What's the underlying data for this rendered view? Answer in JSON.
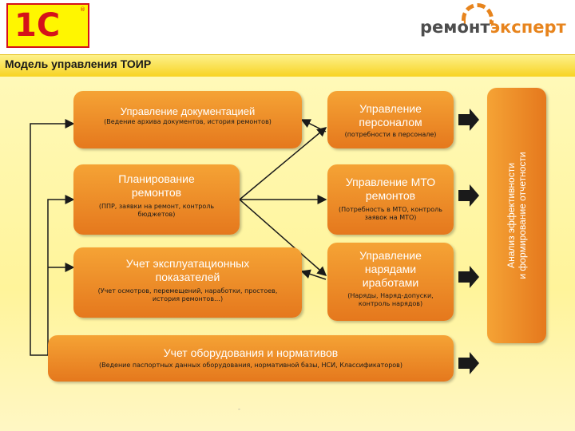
{
  "header": {
    "logo_left": {
      "text": "1С",
      "reg": "®",
      "colors": {
        "red": "#d5121a",
        "yellow": "#fff600"
      }
    },
    "logo_right": {
      "part1": "ремонт",
      "part2": "эксперт",
      "colors": {
        "dark": "#4d4d4d",
        "orange": "#e7841d"
      }
    }
  },
  "title": "Модель управления ТОИР",
  "boxes": {
    "docs": {
      "title": "Управление документацией",
      "subtitle": "(Ведение архива документов, история ремонтов)"
    },
    "staff": {
      "title": "Управление персоналом",
      "subtitle": "(потребности в персонале)"
    },
    "planning": {
      "title": "Планирование ремонтов",
      "subtitle": "(ППР, заявки на ремонт, контроль бюджетов)"
    },
    "mto": {
      "title": "Управление МТО ремонтов",
      "subtitle": "(Потребность в МТО, контроль заявок на МТО)"
    },
    "indicators": {
      "title": "Учет эксплуатационных показателей",
      "subtitle": "(Учет осмотров, перемещений, наработки, простоев, история ремонтов…)"
    },
    "orders": {
      "title": "Управление нарядами иработами",
      "subtitle": "(Наряды, Наряд-допуски, контроль нарядов)"
    },
    "equipment": {
      "title": "Учет оборудования и нормативов",
      "subtitle": "(Ведение паспортных данных оборудования, нормативной базы, НСИ, Классификаторов)"
    },
    "analysis": {
      "title_line1": "Анализ эффективности",
      "title_line2": "и формирование отчетности"
    }
  },
  "colors": {
    "box_orange": "#e5781d",
    "box_orange_light": "#f5a335",
    "background": "#fff49a",
    "arrow": "#1a1a1a"
  },
  "footer_mark": "-"
}
